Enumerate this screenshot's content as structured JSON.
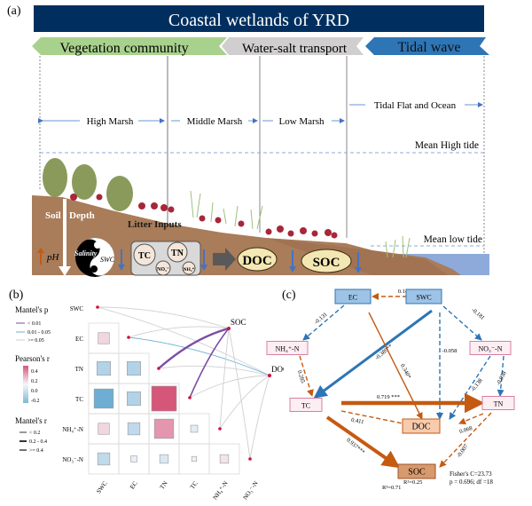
{
  "panel_a": {
    "label": "(a)",
    "title": "Coastal wetlands of YRD",
    "bands": [
      {
        "label": "Vegetation community",
        "color": "#a9d18e"
      },
      {
        "label": "Water-salt transport",
        "color": "#d0cece"
      },
      {
        "label": "Tidal wave",
        "color": "#2e75b6"
      }
    ],
    "zones": [
      {
        "label": "High Marsh"
      },
      {
        "label": "Middle Marsh"
      },
      {
        "label": "Low Marsh"
      },
      {
        "label": "Tidal Flat and Ocean"
      }
    ],
    "tide_lines": {
      "high": "Mean High tide",
      "low": "Mean  low tide"
    },
    "soil_labels": {
      "soil": "Soil",
      "depth": "Depth",
      "litter": "Litter Inputs",
      "ph": "pH"
    },
    "yin_yang": {
      "salinity": "Salinity",
      "swc": "SWC"
    },
    "nutrient_box": {
      "tc": "TC",
      "tn": "TN",
      "no3": "NO₃⁻",
      "nh4": "NH₄⁺"
    },
    "pools": {
      "doc": "DOC",
      "soc": "SOC"
    },
    "colors": {
      "title_bg": "#002f5f",
      "soil": "#a97c5a",
      "water": "#8eaadb",
      "pool_fill": "#f3e7b3",
      "arrow_blue": "#4472c4",
      "arrow_orange": "#c55a11"
    }
  },
  "panel_b": {
    "label": "(b)",
    "legend": {
      "mantel_p_title": "Mantel's p",
      "mantel_p_items": [
        {
          "label": "< 0.01",
          "color": "#7b4ea3"
        },
        {
          "label": "0.01 - 0.05",
          "color": "#6bb3d6"
        },
        {
          "label": ">= 0.05",
          "color": "#cfcfcf"
        }
      ],
      "pearson_title": "Pearson's r",
      "pearson_ticks": [
        "0.4",
        "0.2",
        "0.0",
        "-0.2"
      ],
      "mantel_r_title": "Mantel's r",
      "mantel_r_items": [
        {
          "label": "< 0.2"
        },
        {
          "label": "0.2 - 0.4"
        },
        {
          "label": ">= 0.4"
        }
      ]
    },
    "row_labels": [
      "SWC",
      "EC",
      "TN",
      "TC",
      "NH₄⁺-N",
      "NO₃⁻-N"
    ],
    "col_labels": [
      "SWC",
      "EC",
      "TN",
      "TC",
      "NH₄⁺-N",
      "NO₃⁻-N"
    ],
    "targets": [
      "SOC",
      "DOC"
    ],
    "matrix": [
      {
        "row": "EC",
        "col": "SWC",
        "r": 0.1
      },
      {
        "row": "TN",
        "col": "SWC",
        "r": -0.15
      },
      {
        "row": "TN",
        "col": "EC",
        "r": -0.15
      },
      {
        "row": "TC",
        "col": "SWC",
        "r": -0.3
      },
      {
        "row": "TC",
        "col": "EC",
        "r": -0.15
      },
      {
        "row": "TC",
        "col": "TN",
        "r": 0.5
      },
      {
        "row": "NH₄⁺-N",
        "col": "SWC",
        "r": 0.1
      },
      {
        "row": "NH₄⁺-N",
        "col": "EC",
        "r": -0.12
      },
      {
        "row": "NH₄⁺-N",
        "col": "TN",
        "r": 0.3
      },
      {
        "row": "NH₄⁺-N",
        "col": "TC",
        "r": -0.04
      },
      {
        "row": "NO₃⁻-N",
        "col": "SWC",
        "r": -0.12
      },
      {
        "row": "NO₃⁻-N",
        "col": "EC",
        "r": -0.03
      },
      {
        "row": "NO₃⁻-N",
        "col": "TN",
        "r": -0.06
      },
      {
        "row": "NO₃⁻-N",
        "col": "TC",
        "r": -0.02
      },
      {
        "row": "NO₃⁻-N",
        "col": "NH₄⁺-N",
        "r": 0.06
      }
    ],
    "links": [
      {
        "from": "SWC",
        "to": "SOC",
        "p": ">= 0.05",
        "r": "< 0.2"
      },
      {
        "from": "SWC",
        "to": "DOC",
        "p": ">= 0.05",
        "r": "< 0.2"
      },
      {
        "from": "EC",
        "to": "SOC",
        "p": ">= 0.05",
        "r": "< 0.2"
      },
      {
        "from": "EC",
        "to": "DOC",
        "p": "0.01 - 0.05",
        "r": "< 0.2"
      },
      {
        "from": "TN",
        "to": "SOC",
        "p": "< 0.01",
        "r": ">= 0.4"
      },
      {
        "from": "TN",
        "to": "DOC",
        "p": ">= 0.05",
        "r": "< 0.2"
      },
      {
        "from": "TC",
        "to": "SOC",
        "p": "< 0.01",
        "r": "0.2 - 0.4"
      },
      {
        "from": "TC",
        "to": "DOC",
        "p": ">= 0.05",
        "r": "< 0.2"
      },
      {
        "from": "NH₄⁺-N",
        "to": "SOC",
        "p": ">= 0.05",
        "r": "< 0.2"
      },
      {
        "from": "NH₄⁺-N",
        "to": "DOC",
        "p": ">= 0.05",
        "r": "< 0.2"
      },
      {
        "from": "NO₃⁻-N",
        "to": "SOC",
        "p": ">= 0.05",
        "r": "< 0.2"
      },
      {
        "from": "NO₃⁻-N",
        "to": "DOC",
        "p": ">= 0.05",
        "r": "< 0.2"
      }
    ]
  },
  "panel_c": {
    "label": "(c)",
    "nodes": {
      "EC": {
        "label": "EC",
        "fill": "#9dc3e6",
        "stroke": "#2e75b6"
      },
      "SWC": {
        "label": "SWC",
        "fill": "#9dc3e6",
        "stroke": "#2e75b6"
      },
      "NH4": {
        "label": "NH₄⁺-N",
        "fill": "#fdeef3",
        "stroke": "#d77fa1"
      },
      "NO3": {
        "label": "NO₃⁻-N",
        "fill": "#fdeef3",
        "stroke": "#d77fa1"
      },
      "TC": {
        "label": "TC",
        "fill": "#fdeef3",
        "stroke": "#d77fa1"
      },
      "TN": {
        "label": "TN",
        "fill": "#fdeef3",
        "stroke": "#d77fa1"
      },
      "DOC": {
        "label": "DOC",
        "fill": "#f8cbad",
        "stroke": "#c55a11"
      },
      "SOC": {
        "label": "SOC",
        "fill": "#d69a6c",
        "stroke": "#a0522d"
      }
    },
    "paths": [
      {
        "from": "SWC",
        "to": "EC",
        "coef": "0.149",
        "sign": "positive",
        "significant": false
      },
      {
        "from": "EC",
        "to": "NH4",
        "coef": "-0.131",
        "sign": "negative",
        "significant": false
      },
      {
        "from": "SWC",
        "to": "NO3",
        "coef": "-0.181",
        "sign": "negative",
        "significant": false
      },
      {
        "from": "SWC",
        "to": "TC",
        "coef": "-0.389**",
        "sign": "negative",
        "significant": true
      },
      {
        "from": "EC",
        "to": "DOC",
        "coef": "0.340*",
        "sign": "positive",
        "significant": true
      },
      {
        "from": "SWC",
        "to": "DOC",
        "coef": "-0.058",
        "sign": "negative",
        "significant": false
      },
      {
        "from": "NH4",
        "to": "TC",
        "coef": "0.285",
        "sign": "positive",
        "significant": false
      },
      {
        "from": "NO3",
        "to": "DOC",
        "coef": "-0.138",
        "sign": "negative",
        "significant": false
      },
      {
        "from": "NO3",
        "to": "TN",
        "coef": "-0.058",
        "sign": "negative",
        "significant": false
      },
      {
        "from": "TC",
        "to": "TN",
        "coef": "0.719 ***",
        "sign": "positive",
        "significant": true
      },
      {
        "from": "TC",
        "to": "DOC",
        "coef": "0.411",
        "sign": "positive",
        "significant": false
      },
      {
        "from": "TN",
        "to": "DOC",
        "coef": "0.068",
        "sign": "positive",
        "significant": false
      },
      {
        "from": "TC",
        "to": "SOC",
        "coef": "0.937***",
        "sign": "positive",
        "significant": true
      },
      {
        "from": "TN",
        "to": "SOC",
        "coef": "-0.007",
        "sign": "positive",
        "significant": false
      }
    ],
    "r2": {
      "DOC": "R²=0.25",
      "SOC": "R²=0.71"
    },
    "fit": {
      "line1": "Fisher's C=23.73",
      "line2": "p = 0.696;  df =18"
    },
    "colors": {
      "positive": "#c55a11",
      "negative": "#2e75b6"
    }
  }
}
